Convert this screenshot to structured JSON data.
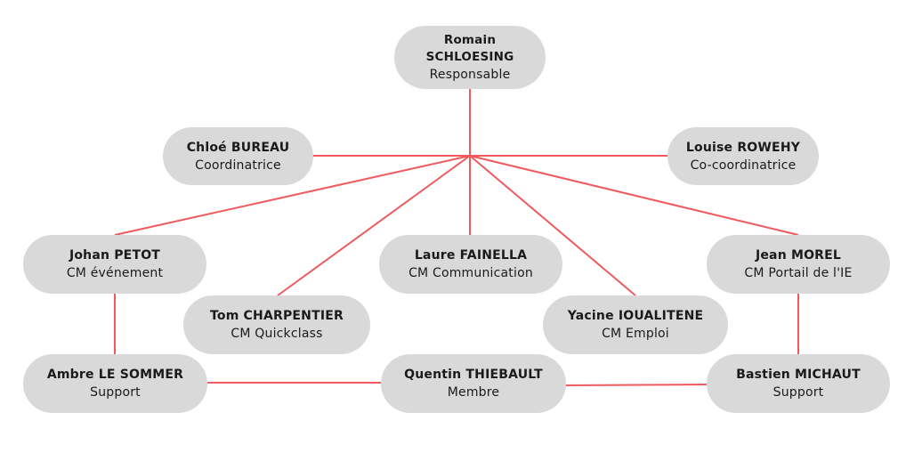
{
  "nodes": {
    "schloesing": {
      "name_line1": "Romain",
      "name_line2": "SCHLOESING",
      "role": "Responsable"
    },
    "bureau": {
      "name": "Chloé BUREAU",
      "role": "Coordinatrice"
    },
    "rowehy": {
      "name": "Louise ROWEHY",
      "role": "Co-coordinatrice"
    },
    "petot": {
      "name": "Johan PETOT",
      "role": "CM événement"
    },
    "fainella": {
      "name": "Laure FAINELLA",
      "role": "CM Communication"
    },
    "morel": {
      "name": "Jean MOREL",
      "role": "CM Portail de l'IE"
    },
    "charpentier": {
      "name": "Tom CHARPENTIER",
      "role": "CM Quickclass"
    },
    "ioualitene": {
      "name": "Yacine IOUALITENE",
      "role": "CM Emploi"
    },
    "lesommer": {
      "name": "Ambre LE SOMMER",
      "role": "Support"
    },
    "thiebault": {
      "name": "Quentin THIEBAULT",
      "role": "Membre"
    },
    "michaut": {
      "name": "Bastien MICHAUT",
      "role": "Support"
    }
  },
  "colors": {
    "connector": "#f05a5e",
    "node_fill": "#d9d9d9",
    "text": "#1a1a1a"
  }
}
